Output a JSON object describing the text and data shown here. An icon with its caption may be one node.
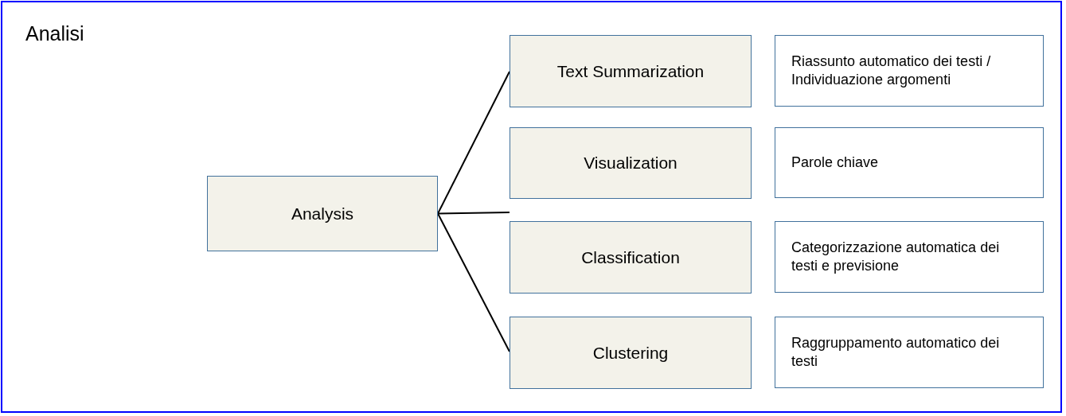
{
  "diagram": {
    "title": "Analisi",
    "nodes": [
      {
        "text": [
          "Analysis"
        ]
      },
      {
        "text": [
          "Text Summarization"
        ]
      },
      {
        "text": [
          "Visualization"
        ]
      },
      {
        "text": [
          "Classification"
        ]
      },
      {
        "text": [
          "Clustering"
        ]
      },
      {
        "text": [
          "Riassunto automatico dei testi / Individuazione argomenti"
        ]
      },
      {
        "text": [
          "Parole chiave"
        ]
      },
      {
        "text": [
          "Categorizzazione automatica dei testi e previsione"
        ]
      },
      {
        "text": [
          "Raggruppamento automatico dei testi"
        ]
      }
    ],
    "edges": [
      {
        "from": 0,
        "to": 1,
        "arrow": "none"
      },
      {
        "from": 0,
        "to": 3,
        "arrow": "none"
      },
      {
        "from": 0,
        "to": 4,
        "arrow": "none"
      }
    ]
  }
}
